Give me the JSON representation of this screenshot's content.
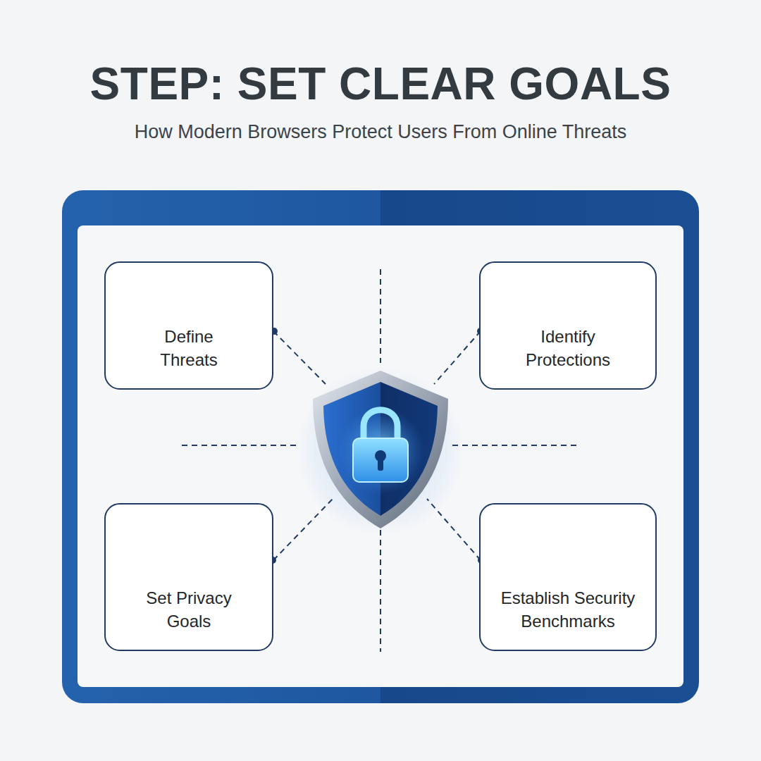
{
  "diagram": {
    "title": "STEP: SET CLEAR GOALS",
    "caption": "How Modern Browsers Protect Users From Online Threats",
    "nodes": [
      {
        "text": [
          "Define Threats"
        ]
      },
      {
        "text": [
          "Identify Protections"
        ]
      },
      {
        "text": [
          "Set Privacy Goals"
        ]
      },
      {
        "text": [
          "Establish Security Benchmarks"
        ]
      }
    ]
  }
}
